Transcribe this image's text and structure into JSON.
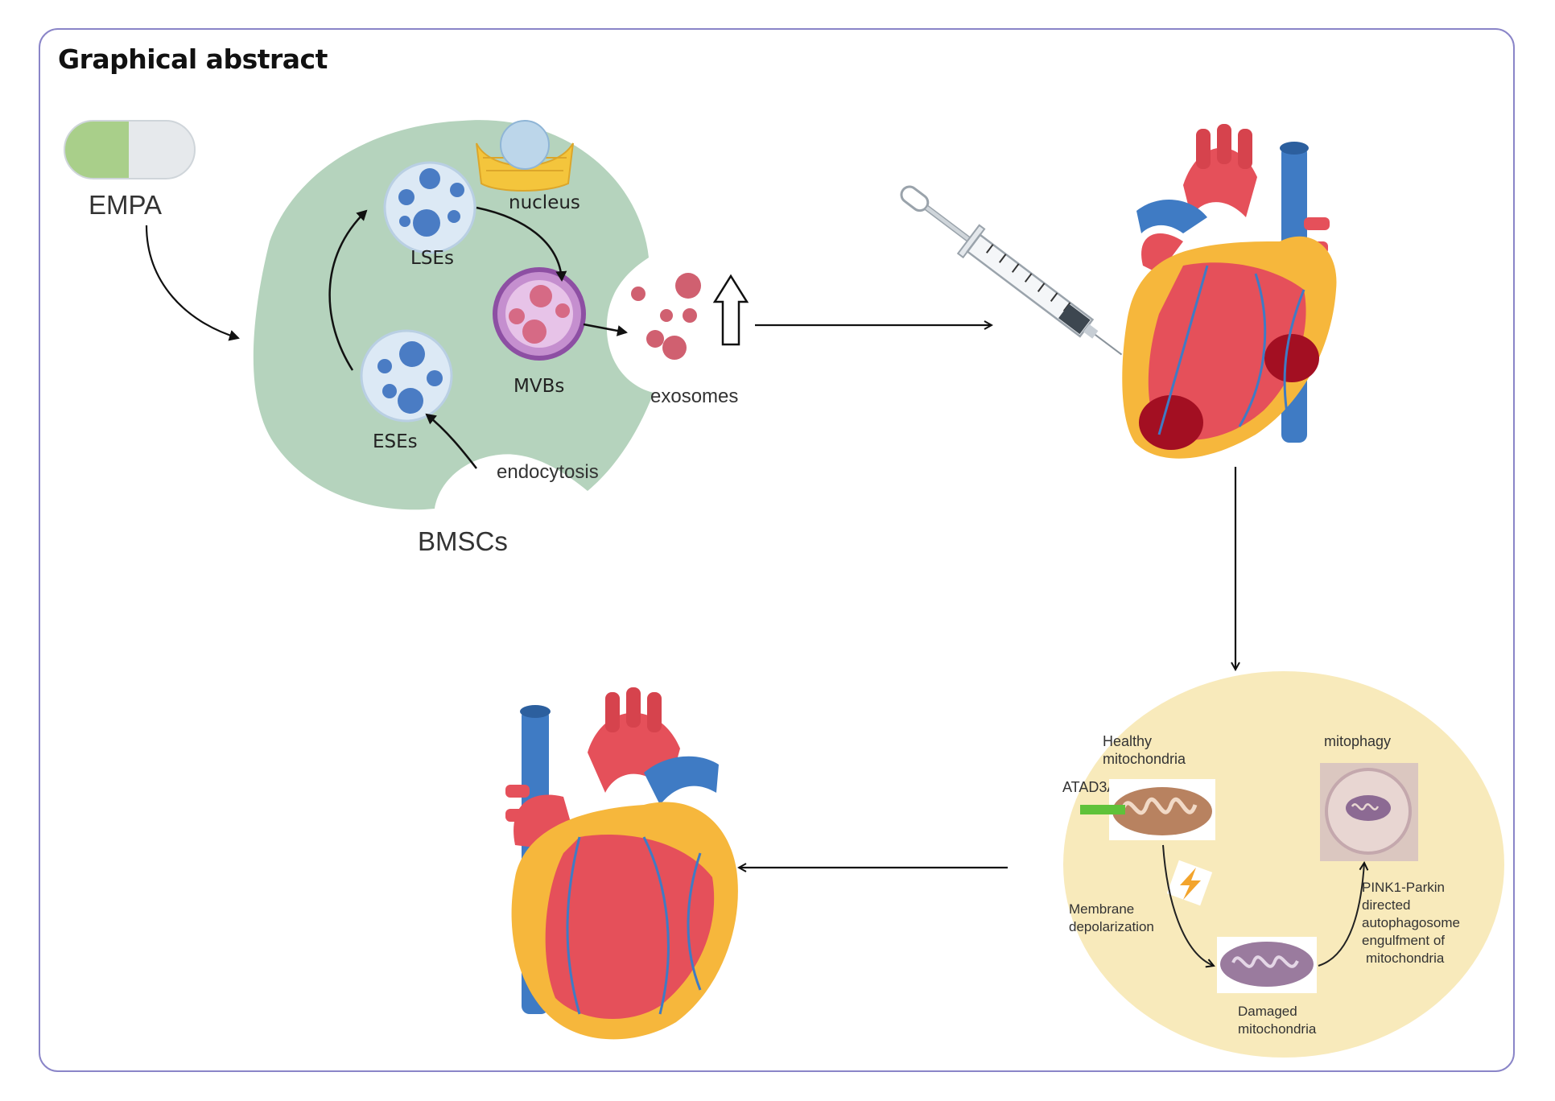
{
  "title": "Graphical abstract",
  "labels": {
    "drug": "EMPA",
    "nucleus": "nucleus",
    "lses": "LSEs",
    "mvbs": "MVBs",
    "eses": "ESEs",
    "exosomes": "exosomes",
    "endocytosis": "endocytosis",
    "cell": "BMSCs",
    "healthy_line1": "Healthy",
    "healthy_line2": "mitochondria",
    "atad3a": "ATAD3A",
    "mitophagy": "mitophagy",
    "membrane_line1": "Membrane",
    "membrane_line2": "depolarization",
    "pink_line1": "PINK1-Parkin",
    "pink_line2": "directed",
    "pink_line3": "autophagosome",
    "pink_line4": "engulfment of",
    "pink_line5": "mitochondria",
    "damaged_line1": "Damaged",
    "damaged_line2": "mitochondria"
  },
  "colors": {
    "frame": "#8a85c8",
    "cell": "#a8cbb2",
    "vesicle": "#dce9f5",
    "vesicle_dot": "#4a7cc4",
    "mvb": "#a36bb8",
    "exosome": "#cc5a6c",
    "mito_panel": "#f8eabb",
    "heart_red": "#e5505a",
    "heart_yellow": "#f6b73c",
    "vessel_blue": "#3f7bc4"
  }
}
